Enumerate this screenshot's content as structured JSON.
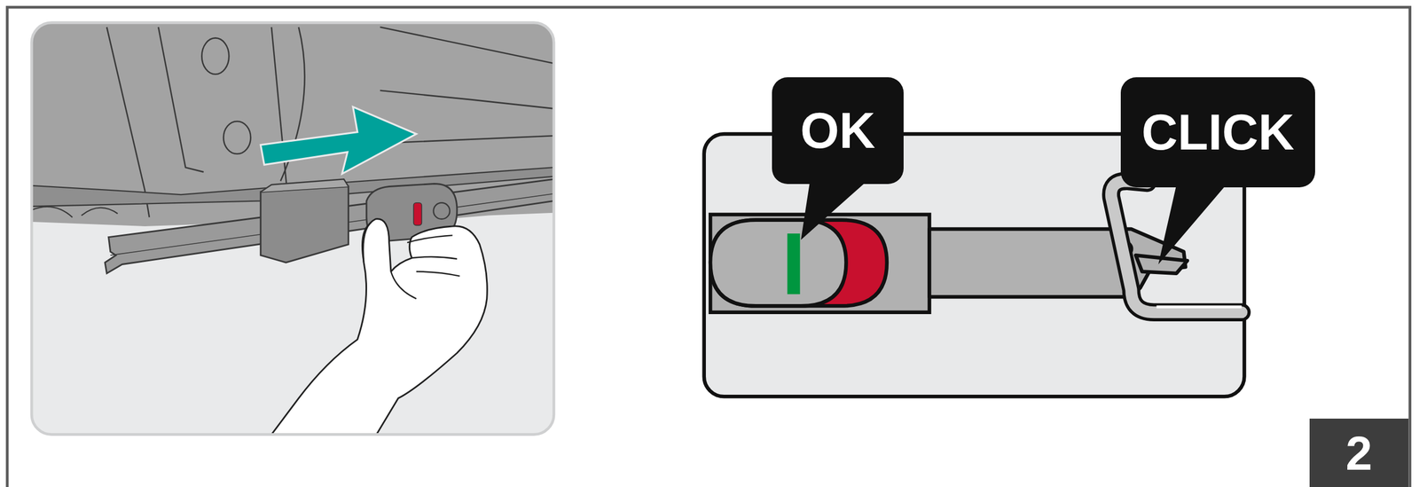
{
  "diagram": {
    "nodes": [
      {
        "text": [
          "OK"
        ]
      },
      {
        "text": [
          "CLICK"
        ]
      },
      {
        "text": [
          "2"
        ]
      }
    ]
  }
}
